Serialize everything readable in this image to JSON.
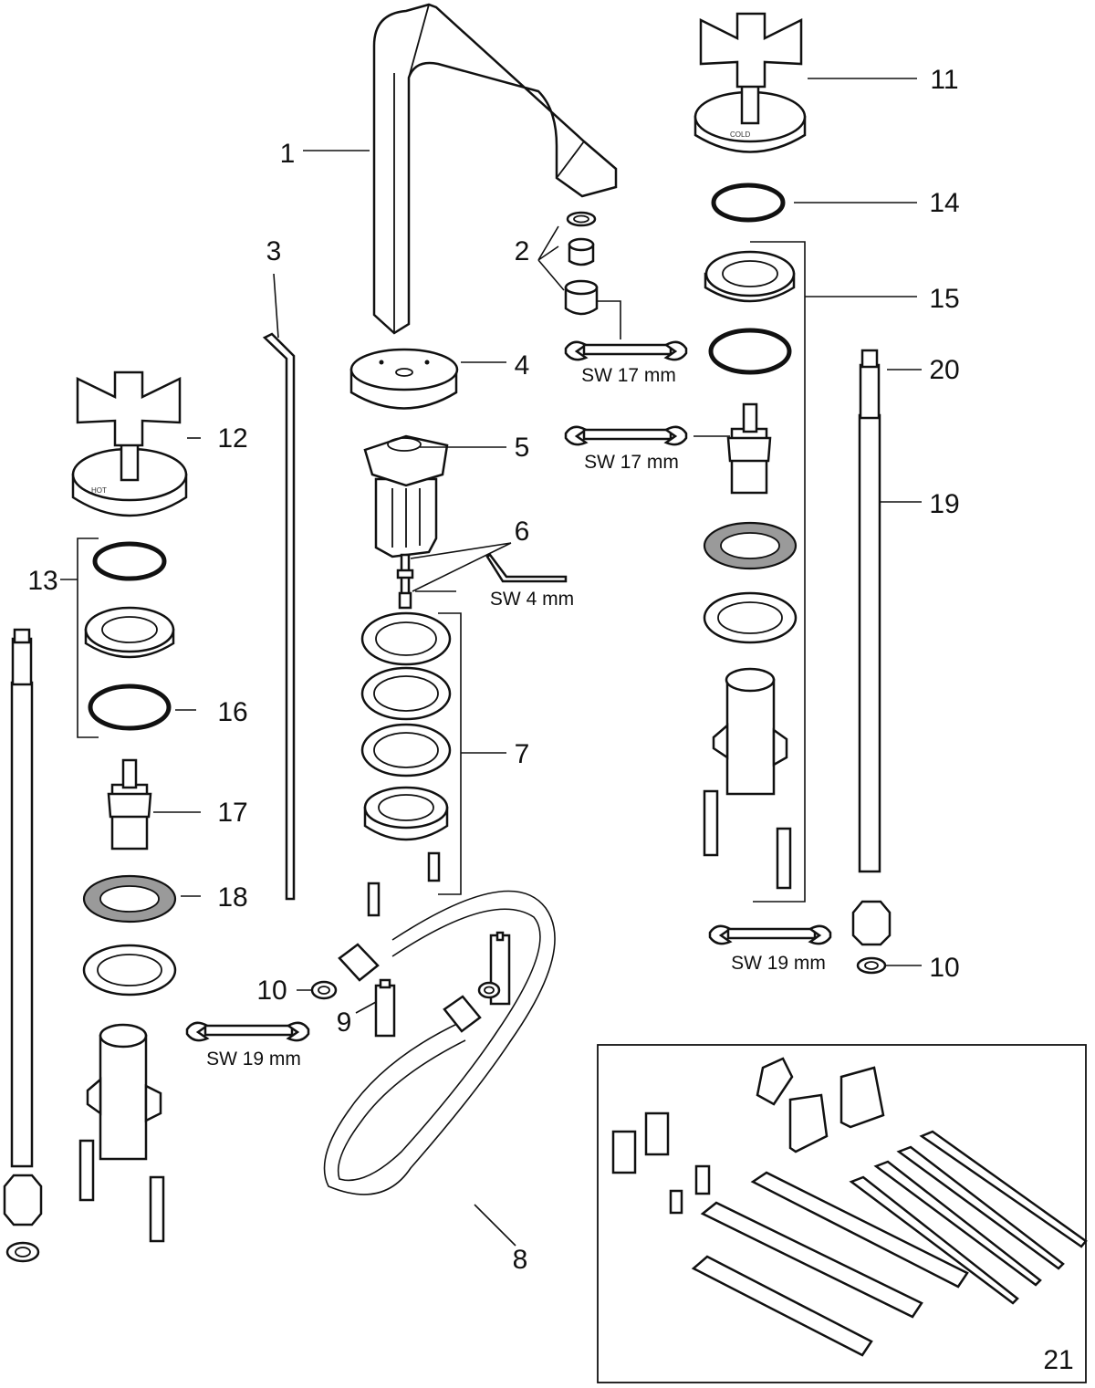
{
  "diagram": {
    "callouts": [
      {
        "id": "c1",
        "number": "1"
      },
      {
        "id": "c2",
        "number": "2"
      },
      {
        "id": "c3",
        "number": "3"
      },
      {
        "id": "c4",
        "number": "4"
      },
      {
        "id": "c5",
        "number": "5"
      },
      {
        "id": "c6",
        "number": "6"
      },
      {
        "id": "c7",
        "number": "7"
      },
      {
        "id": "c8",
        "number": "8"
      },
      {
        "id": "c9",
        "number": "9"
      },
      {
        "id": "c10a",
        "number": "10"
      },
      {
        "id": "c10b",
        "number": "10"
      },
      {
        "id": "c11",
        "number": "11"
      },
      {
        "id": "c12",
        "number": "12"
      },
      {
        "id": "c13",
        "number": "13"
      },
      {
        "id": "c14",
        "number": "14"
      },
      {
        "id": "c15",
        "number": "15"
      },
      {
        "id": "c16",
        "number": "16"
      },
      {
        "id": "c17",
        "number": "17"
      },
      {
        "id": "c18",
        "number": "18"
      },
      {
        "id": "c19",
        "number": "19"
      },
      {
        "id": "c20",
        "number": "20"
      },
      {
        "id": "c21",
        "number": "21"
      }
    ],
    "tool_labels": {
      "wrench_aerator": "SW 17 mm",
      "wrench_cartridge": "SW 17 mm",
      "hex_key": "SW 4 mm",
      "wrench_valve_right": "SW 19 mm",
      "wrench_valve_left": "SW 19 mm"
    },
    "handle_markings": {
      "cold": "COLD",
      "hot": "HOT"
    }
  }
}
